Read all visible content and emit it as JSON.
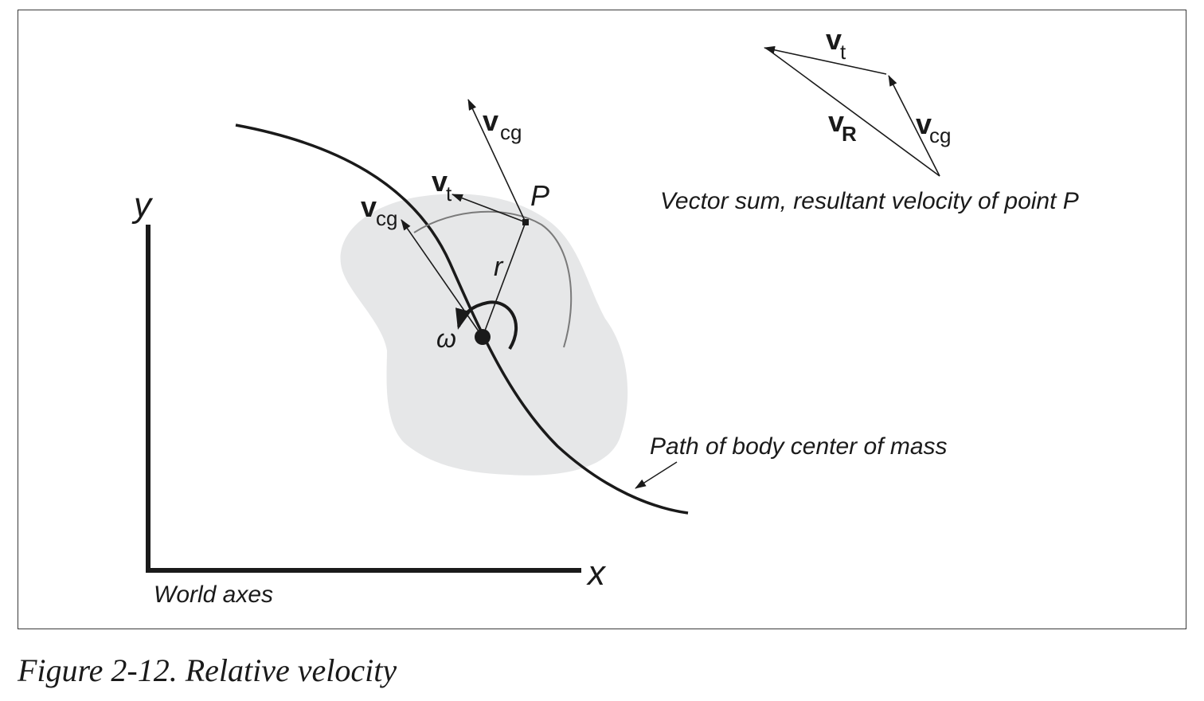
{
  "caption": "Figure 2-12. Relative velocity",
  "labels": {
    "y_axis": "y",
    "x_axis": "x",
    "world_axes": "World axes",
    "omega": "ω",
    "r": "r",
    "p": "P",
    "v_main": "v",
    "cg_sub": "cg",
    "t_sub": "t",
    "r_sub": "R",
    "vector_sum": "Vector sum, resultant velocity of point P",
    "path": "Path of body center of mass"
  },
  "colors": {
    "ink": "#1a1a1a",
    "body_fill": "#e6e7e8",
    "arc": "#7a7a7a"
  }
}
